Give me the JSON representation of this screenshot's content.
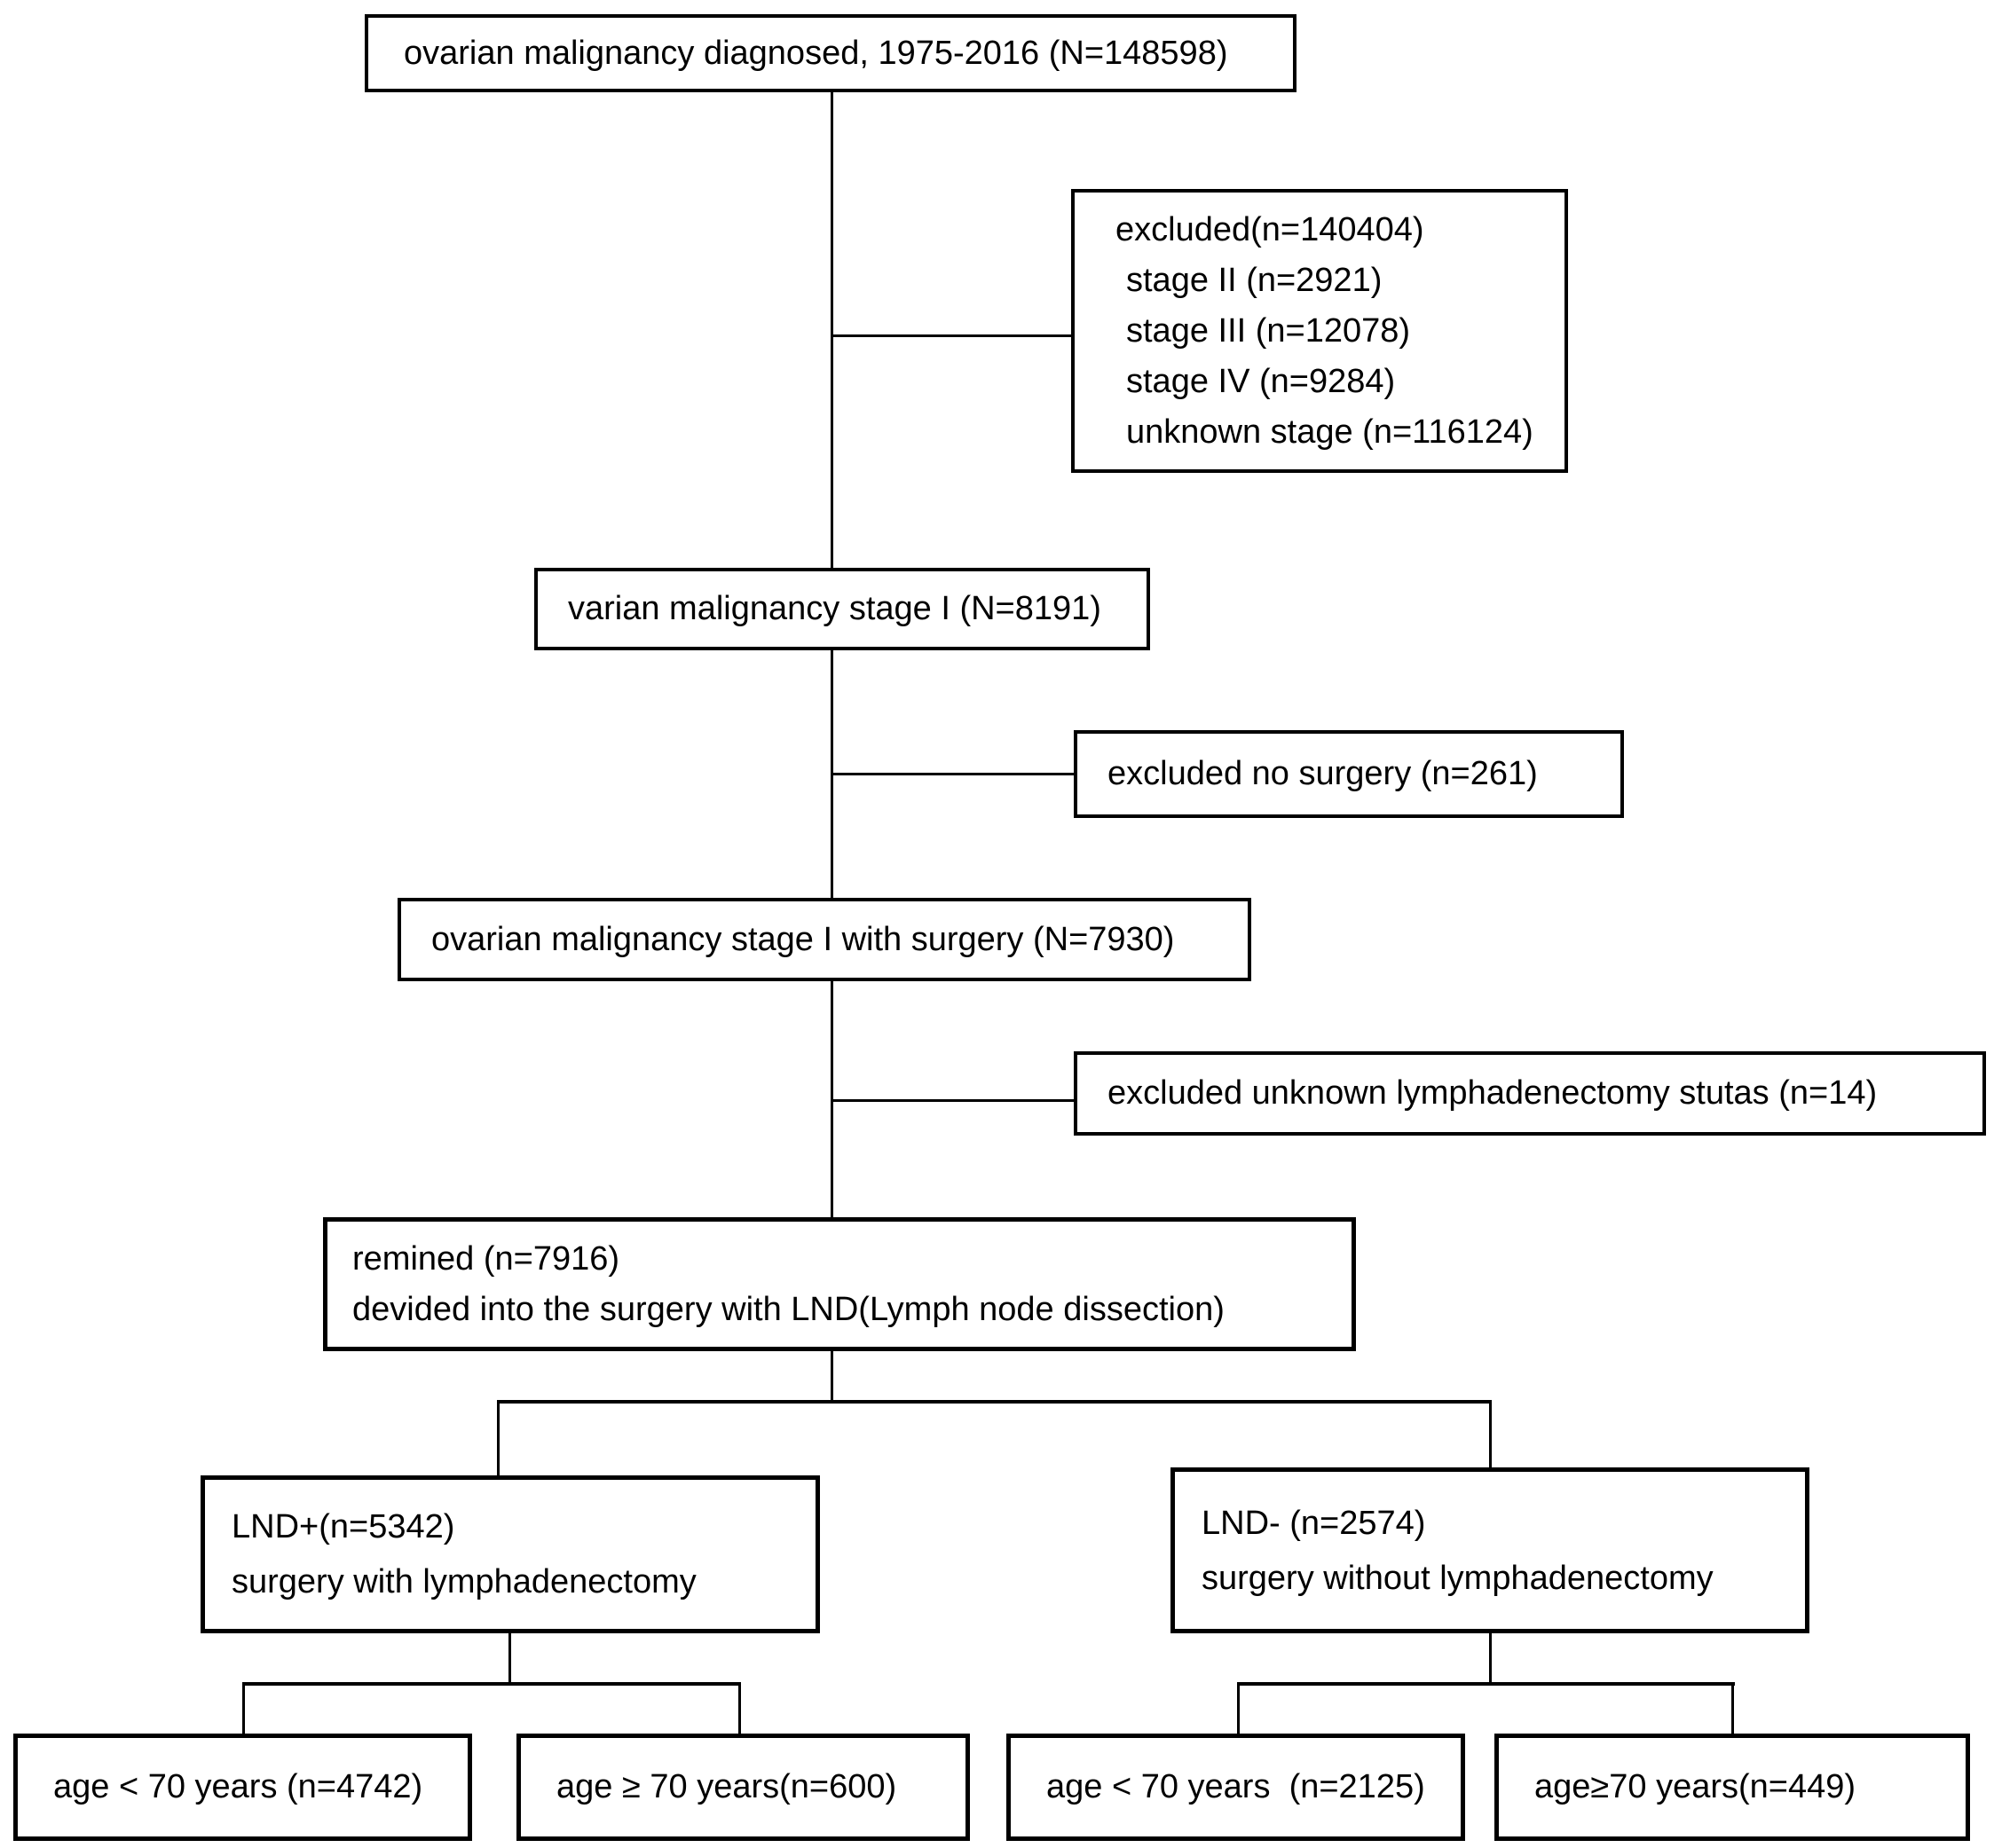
{
  "figure": {
    "type": "flowchart",
    "description": "Patient selection flow diagram for ovarian malignancy study",
    "colors": {
      "border": "#000000",
      "background": "#ffffff",
      "text": "#000000",
      "line": "#000000"
    }
  },
  "boxes": {
    "diagnosed": {
      "label": "ovarian malignancy diagnosed, 1975-2016 (N=148598)"
    },
    "excluded_stage": {
      "lines": [
        "excluded(n=140404)",
        "stage II (n=2921)",
        "stage III (n=12078)",
        "stage IV (n=9284)",
        "unknown stage (n=116124)"
      ]
    },
    "stage1": {
      "label": "varian malignancy stage I (N=8191)"
    },
    "excluded_no_surgery": {
      "label": "excluded no surgery (n=261)"
    },
    "stage1_surgery": {
      "label": "ovarian malignancy stage I with surgery (N=7930)"
    },
    "excluded_unknown_lnd": {
      "label": "excluded unknown lymphadenectomy stutas (n=14)"
    },
    "remained": {
      "lines": [
        "remined (n=7916)",
        "devided into the surgery with LND(Lymph node dissection)"
      ]
    },
    "lnd_plus": {
      "lines": [
        "LND+(n=5342)",
        "surgery with lymphadenectomy"
      ]
    },
    "lnd_minus": {
      "lines": [
        "LND- (n=2574)",
        "surgery without lymphadenectomy"
      ]
    },
    "lnd_plus_age_lt70": {
      "label": "age < 70 years (n=4742)"
    },
    "lnd_plus_age_ge70": {
      "label": "age ≥ 70 years(n=600)"
    },
    "lnd_minus_age_lt70": {
      "label": "age < 70 years  (n=2125)"
    },
    "lnd_minus_age_ge70": {
      "label": "age≥70 years(n=449)"
    }
  }
}
